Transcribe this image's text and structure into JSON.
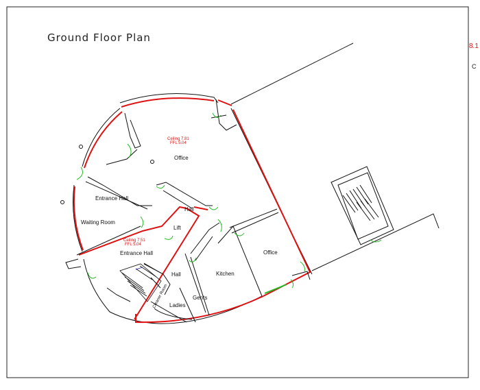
{
  "title": "Ground Floor Plan",
  "edge_text": "8.1",
  "edge_text2": "C",
  "rooms": {
    "office_1": "Office",
    "entrance_hall_1": "Entrance Hall",
    "waiting_room": "Waiting Room",
    "hall_1": "Hall",
    "lift": "Lift",
    "entrance_hall_2": "Entrance Hall",
    "kitchen": "Kitchen",
    "office_2": "Office",
    "hall_2": "Hall",
    "gents": "Gents",
    "ladies": "Ladies",
    "cleaner_room": "Cleaner Room"
  },
  "annotations": {
    "upper_ceiling": "Ceiling 7.81",
    "upper_ffl": "FFL 5.04",
    "lower_ceiling": "Ceiling 7.51",
    "lower_ffl": "FFL 5.04"
  },
  "colors": {
    "walls": "#111111",
    "boundary": "#e01010",
    "doors": "#22bb22",
    "stairs_hatch": "#2222aa"
  }
}
